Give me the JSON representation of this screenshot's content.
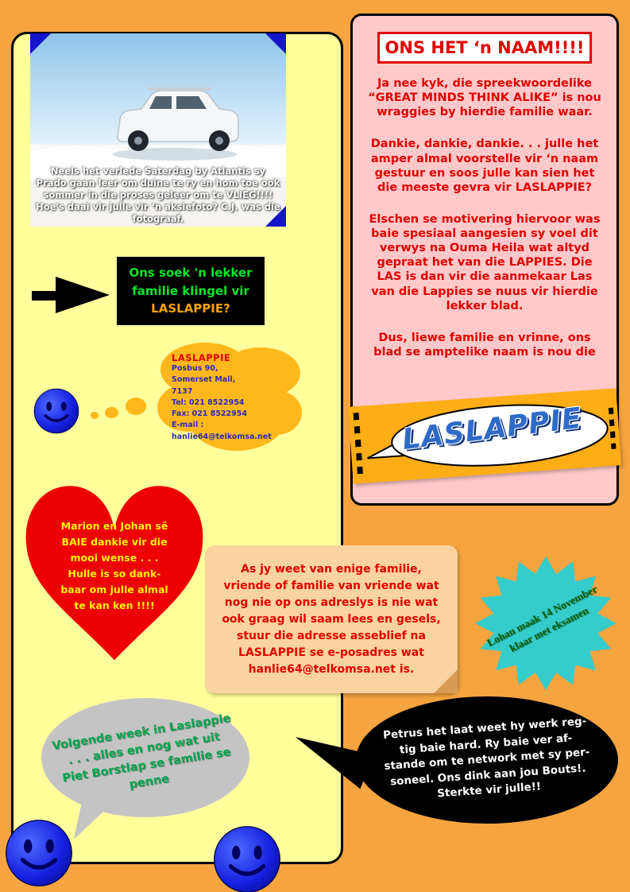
{
  "colors": {
    "page_bg": "#F5A43F",
    "panel_yellow": "#FFFF9C",
    "panel_pink": "#FFC9CA",
    "accent_red": "#E00000",
    "banner_gold": "#FFAD15",
    "cloud_gold": "#FFB71B",
    "star_cyan": "#35CCCC",
    "bubble_gray": "#C4C4C4",
    "heart_red": "#EE0000",
    "text_green": "#00A54F",
    "smiley_blue": "#1520E0"
  },
  "photo": {
    "caption": "Neels het verlede Saterdag by Atlantis  sy Prado gaan leer om duine te ry en hom toe ook sommer in die proses geleer om te VLIEG!!!!  Hoe's daai vir julle vir ‘n aksiefoto?  C.J. was die fotograaf."
  },
  "name_panel": {
    "title": "ONS HET ‘n NAAM!!!!",
    "paragraphs": [
      "Ja nee kyk, die spreekwoordelike “GREAT MINDS THINK ALIKE” is nou wraggies by hierdie familie waar.",
      "Dankie, dankie, dankie. . . julle het amper almal voorstelle vir ‘n naam gestuur en soos julle kan sien het die meeste gevra vir LASLAPPIE?",
      "Elschen se motivering hiervoor was baie spesiaal aangesien sy voel dit verwys na Ouma Heila wat altyd gepraat het van die LAPPIES.  Die LAS is dan vir die aanmekaar Las van die Lappies se nuus vir hierdie lekker blad.",
      "Dus, liewe familie en vrinne, ons blad se amptelike naam is nou die"
    ]
  },
  "banner": {
    "text": "LASLAPPIE"
  },
  "jingle": {
    "line1": "Ons soek 'n lekker familie klingel vir",
    "line2": "LASLAPPIE?"
  },
  "address": {
    "name": "LASLAPPIE",
    "lines": [
      "Posbus 90,",
      "Somerset Mall,",
      " 7137",
      "Tel: 021 8522954",
      "Fax: 021 8522954",
      "E-mail :",
      "hanlie64@telkomsa.net"
    ]
  },
  "heart": {
    "lines": [
      "Marion en Johan sê",
      "BAIE dankie vir die",
      "mooi wense . . .",
      "Hulle is so dank-",
      "baar om julle almal",
      "te kan ken !!!!"
    ]
  },
  "note": {
    "text": "As jy weet van enige familie, vriende of familie van vriende wat nog nie op ons adreslys is nie wat ook graag wil saam lees en gesels, stuur die adresse asseblief na LASLAPPIE se e-posadres wat hanlie64@telkomsa.net is."
  },
  "starburst": {
    "line1": "Lohan maak 14 November",
    "line2": "klaar met eksamen"
  },
  "gray_bubble": {
    "lines": [
      "Volgende week in Laslappie",
      ". . .  alles en nog wat uit",
      "Piet Borstlap se familie se",
      "penne"
    ]
  },
  "black_bubble": {
    "lines": [
      "Petrus het laat weet hy werk reg-",
      "tig baie hard.  Ry baie ver af-",
      "stande om te network met sy per-",
      "soneel.  Ons dink aan jou Bouts!.",
      "Sterkte vir julle!!"
    ]
  }
}
